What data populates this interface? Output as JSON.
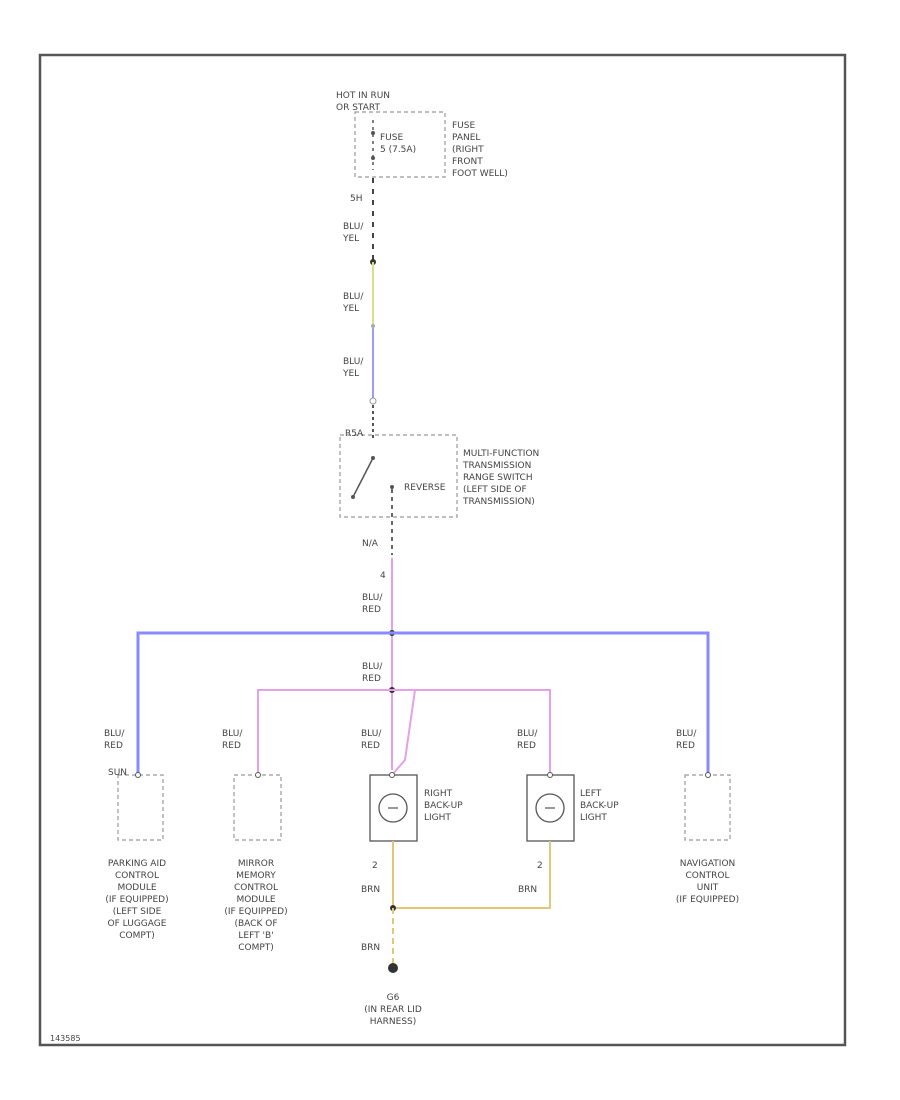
{
  "colors": {
    "blu_yel": "#9a9aff",
    "yel": "#d8e08a",
    "blu_red": "#8a8aff",
    "pink": "#e6a0e6",
    "brn": "#e0c878",
    "frame": "#555555",
    "dash": "#999999"
  },
  "top": {
    "hot_label": "HOT IN RUN\nOR START",
    "fuse_label": "FUSE\n5 (7.5A)",
    "fuse_panel": "FUSE\nPANEL\n(RIGHT\nFRONT\nFOOT WELL)",
    "pin_5h": "5H",
    "wire1": "BLU/\nYEL",
    "wire2": "BLU/\nYEL",
    "wire3": "BLU/\nYEL"
  },
  "switch": {
    "pin_in": "R5A",
    "reverse": "REVERSE",
    "label": "MULTI-FUNCTION\nTRANSMISSION\nRANGE SWITCH\n(LEFT SIDE OF\nTRANSMISSION)",
    "pin_out": "N/A",
    "pin_4": "4"
  },
  "trunk": {
    "wire_a": "BLU/\nRED",
    "wire_b": "BLU/\nRED"
  },
  "components": [
    {
      "wire": "BLU/\nRED",
      "pin": "SUN",
      "label": "PARKING AID\nCONTROL\nMODULE\n(IF EQUIPPED)\n(LEFT SIDE\nOF LUGGAGE\nCOMPT)"
    },
    {
      "wire": "BLU/\nRED",
      "pin": "",
      "label": "MIRROR\nMEMORY\nCONTROL\nMODULE\n(IF EQUIPPED)\n(BACK OF\nLEFT 'B'\nCOMPT)"
    },
    {
      "wire": "BLU/\nRED",
      "pin": "",
      "label": "RIGHT\nBACK-UP\nLIGHT",
      "pin_bottom": "2"
    },
    {
      "wire": "BLU/\nRED",
      "pin": "",
      "label": "LEFT\nBACK-UP\nLIGHT",
      "pin_bottom": "2"
    },
    {
      "wire": "BLU/\nRED",
      "pin": "",
      "label": "NAVIGATION\nCONTROL\nUNIT\n(IF EQUIPPED)"
    }
  ],
  "ground": {
    "wire_r": "BRN",
    "wire_l": "BRN",
    "wire_g": "BRN",
    "label": "G6\n(IN REAR LID\nHARNESS)"
  },
  "footer": {
    "code": "143585"
  }
}
